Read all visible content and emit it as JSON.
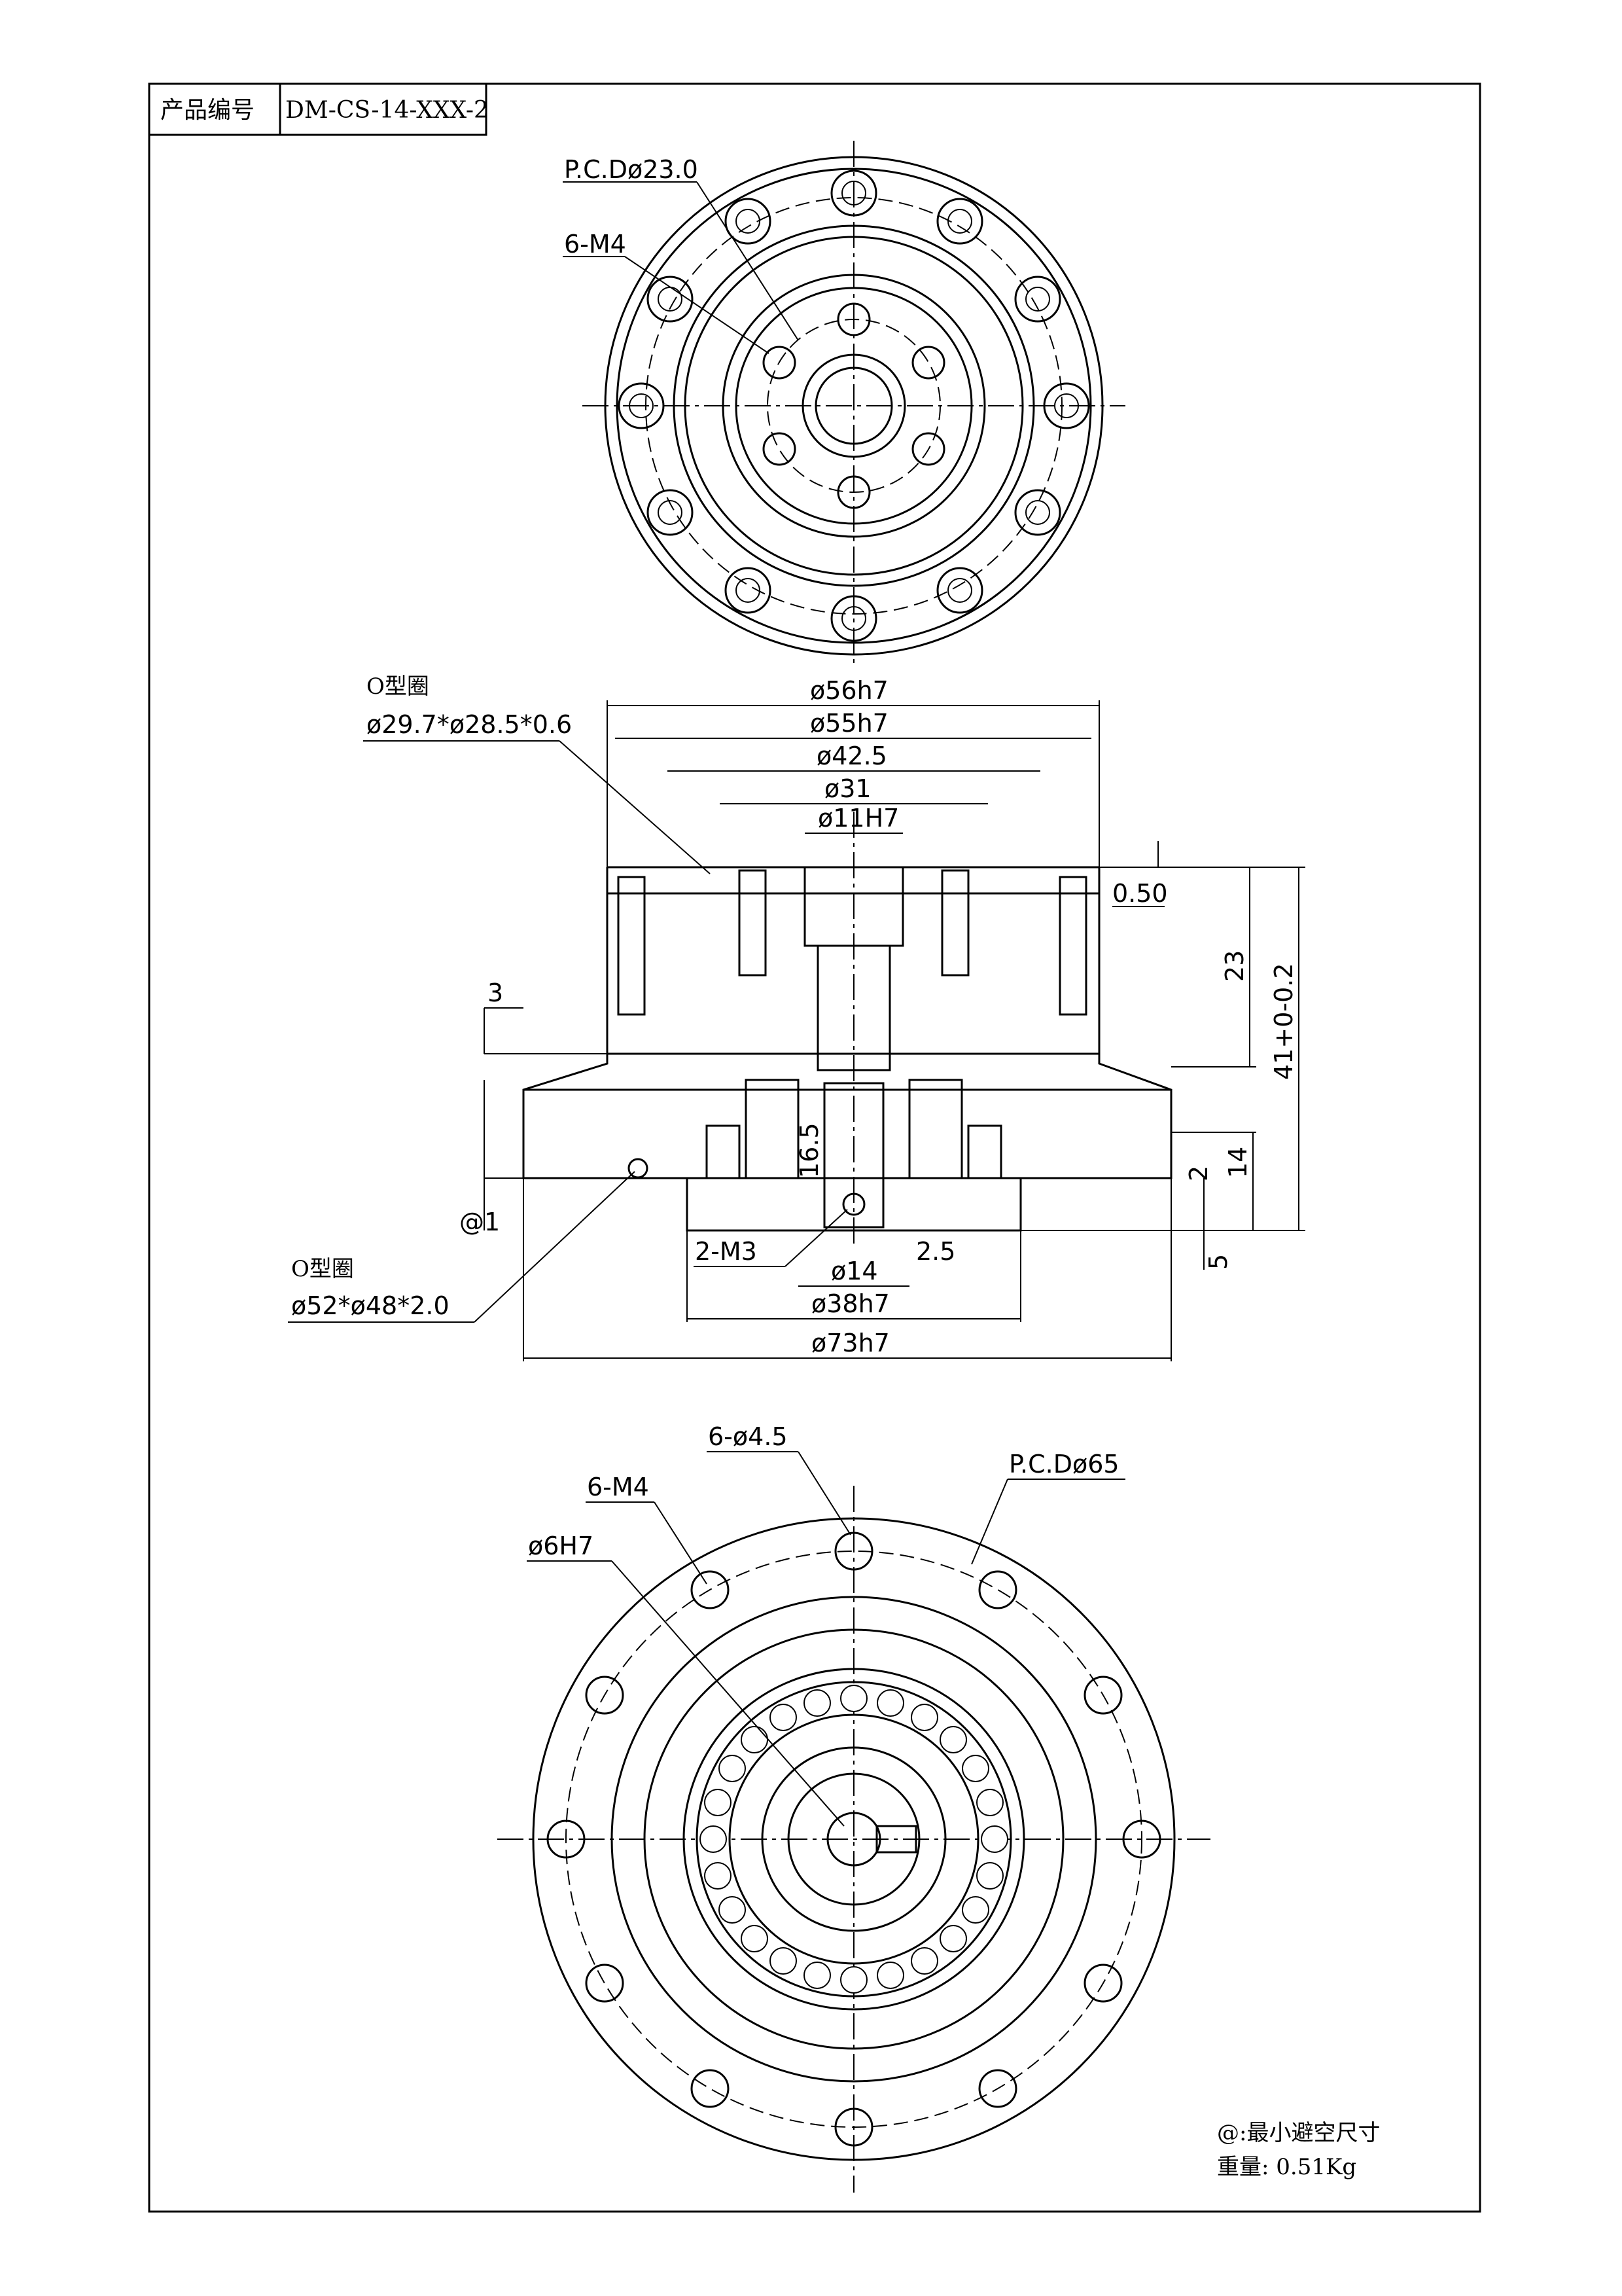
{
  "title_block": {
    "label": "产品编号",
    "value": "DM-CS-14-XXX-2"
  },
  "top_view": {
    "pcd": "P.C.Dø23.0",
    "thread": "6-M4"
  },
  "section_view": {
    "oring_top_label": "O型圈",
    "oring_top_size": "ø29.7*ø28.5*0.6",
    "d56": "ø56h7",
    "d55": "ø55h7",
    "d42": "ø42.5",
    "d31": "ø31",
    "d11": "ø11H7",
    "gap": "0.50",
    "h23": "23",
    "h41": "41+0-0.2",
    "h3": "3",
    "h165": "16.5",
    "h14": "14",
    "h2": "2",
    "h1": "@1",
    "h5": "5",
    "m3": "2-M3",
    "d14": "ø14",
    "d25": "2.5",
    "d38": "ø38h7",
    "d73": "ø73h7",
    "oring_bot_label": "O型圈",
    "oring_bot_size": "ø52*ø48*2.0"
  },
  "bottom_view": {
    "holes": "6-ø4.5",
    "pcd": "P.C.Dø65",
    "thread": "6-M4",
    "bore": "ø6H7"
  },
  "notes": {
    "min_clearance": "@:最小避空尺寸",
    "weight": "重量: 0.51Kg"
  }
}
